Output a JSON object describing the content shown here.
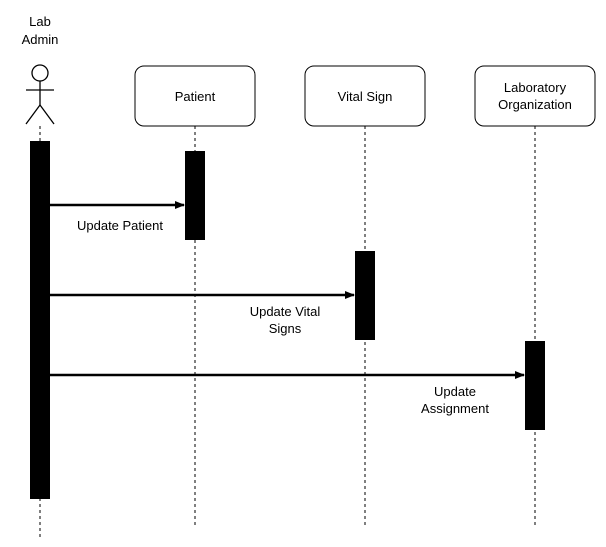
{
  "actor": {
    "name_line1": "Lab",
    "name_line2": "Admin"
  },
  "participants": [
    {
      "id": "patient",
      "label_lines": [
        "Patient"
      ]
    },
    {
      "id": "vital-sign",
      "label_lines": [
        "Vital Sign"
      ]
    },
    {
      "id": "laboratory-organization",
      "label_lines": [
        "Laboratory",
        "Organization"
      ]
    }
  ],
  "messages": [
    {
      "to": "patient",
      "label_lines": [
        "Update Patient"
      ]
    },
    {
      "to": "vital-sign",
      "label_lines": [
        "Update Vital",
        "Signs"
      ]
    },
    {
      "to": "laboratory-organization",
      "label_lines": [
        "Update",
        "Assignment"
      ]
    }
  ],
  "colors": {
    "stroke": "#000000",
    "activation": "#000000",
    "box_fill": "#ffffff",
    "text": "#000000"
  }
}
